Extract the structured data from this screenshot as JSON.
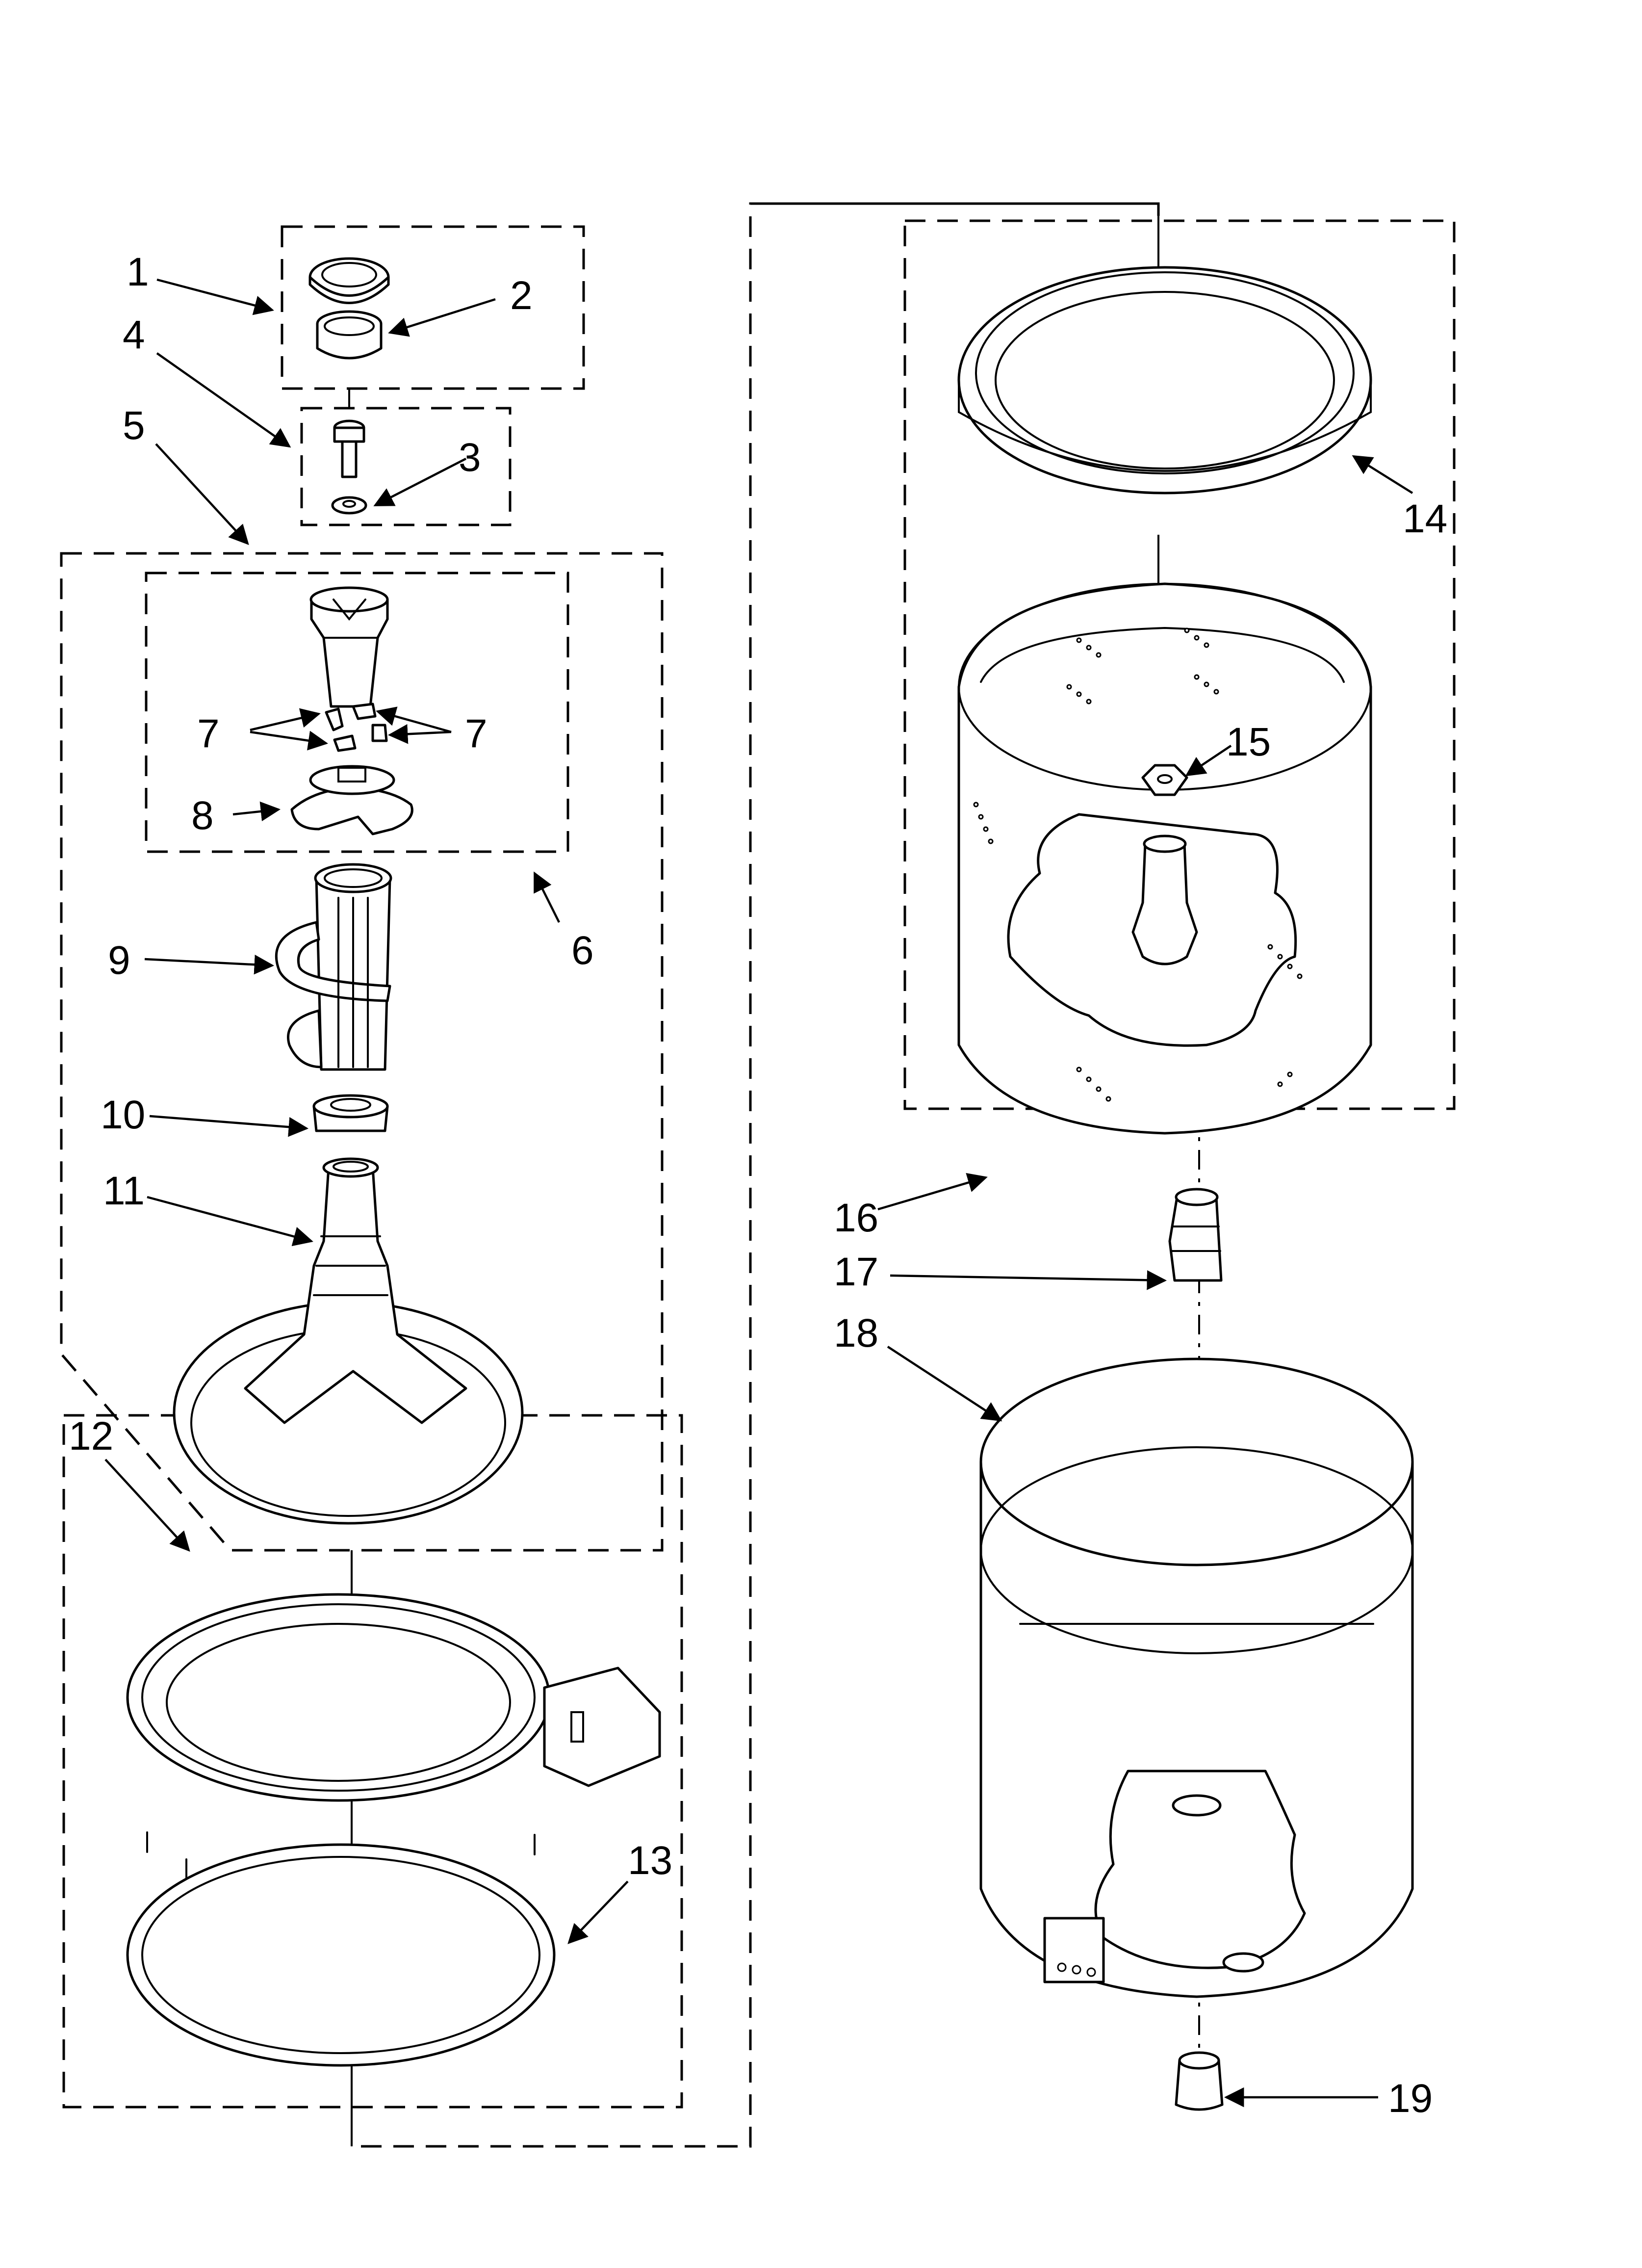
{
  "callouts": [
    "1",
    "2",
    "3",
    "4",
    "5",
    "6",
    "7",
    "7",
    "8",
    "9",
    "10",
    "11",
    "12",
    "13",
    "14",
    "15",
    "16",
    "17",
    "18",
    "19"
  ]
}
